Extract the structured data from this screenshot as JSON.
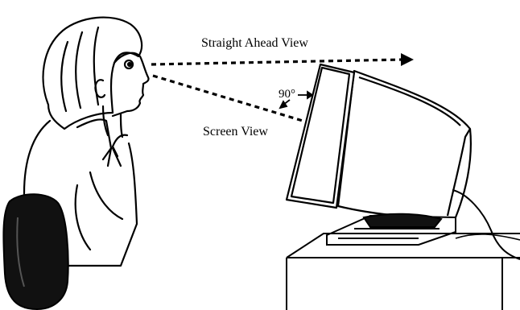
{
  "labels": {
    "straight_ahead": "Straight Ahead View",
    "screen_view": "Screen View",
    "angle": "90°"
  },
  "colors": {
    "line": "#000000",
    "background": "#ffffff",
    "chair_fill": "#111111"
  }
}
